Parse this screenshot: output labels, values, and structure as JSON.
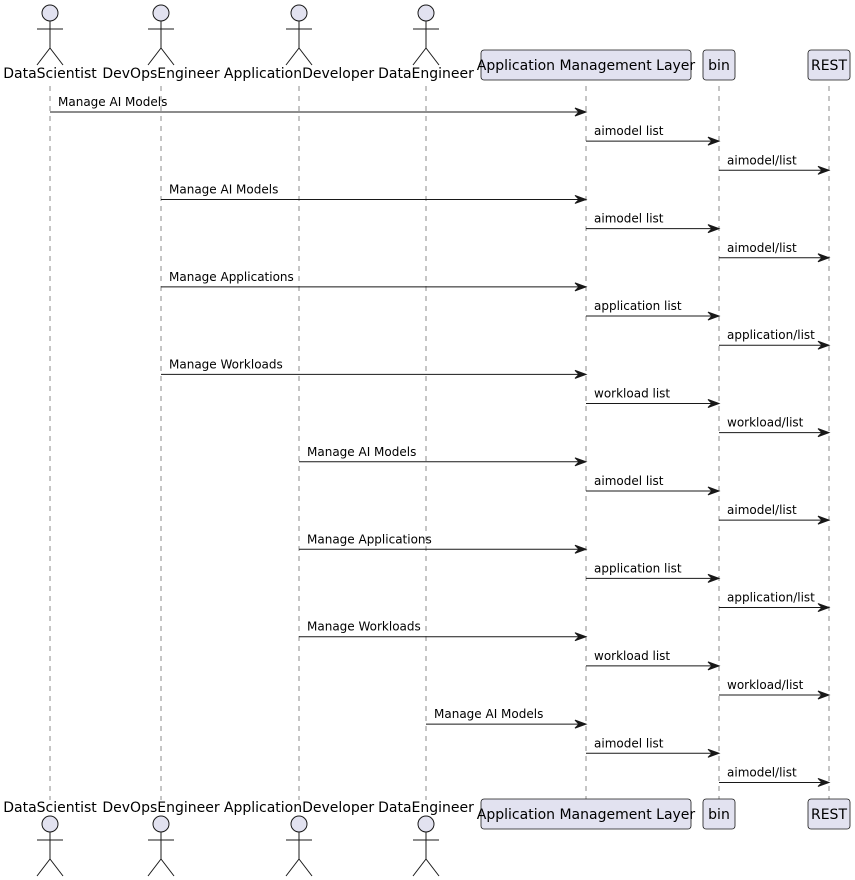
{
  "diagram": {
    "type": "sequence",
    "colors": {
      "participant_fill": "#E2E2F0",
      "participant_border": "#181818",
      "lifeline": "#181818",
      "arrow": "#181818",
      "text": "#000000"
    },
    "participants": [
      {
        "id": "ds",
        "name": "DataScientist",
        "kind": "actor"
      },
      {
        "id": "devops",
        "name": "DevOpsEngineer",
        "kind": "actor"
      },
      {
        "id": "appdev",
        "name": "ApplicationDeveloper",
        "kind": "actor"
      },
      {
        "id": "de",
        "name": "DataEngineer",
        "kind": "actor"
      },
      {
        "id": "aml",
        "name": "Application Management Layer",
        "kind": "participant"
      },
      {
        "id": "bin",
        "name": "bin",
        "kind": "participant"
      },
      {
        "id": "rest",
        "name": "REST",
        "kind": "participant"
      }
    ],
    "messages": [
      {
        "from": "ds",
        "to": "aml",
        "label": "Manage AI Models"
      },
      {
        "from": "aml",
        "to": "bin",
        "label": "aimodel list"
      },
      {
        "from": "bin",
        "to": "rest",
        "label": "aimodel/list"
      },
      {
        "from": "devops",
        "to": "aml",
        "label": "Manage AI Models"
      },
      {
        "from": "aml",
        "to": "bin",
        "label": "aimodel list"
      },
      {
        "from": "bin",
        "to": "rest",
        "label": "aimodel/list"
      },
      {
        "from": "devops",
        "to": "aml",
        "label": "Manage Applications"
      },
      {
        "from": "aml",
        "to": "bin",
        "label": "application list"
      },
      {
        "from": "bin",
        "to": "rest",
        "label": "application/list"
      },
      {
        "from": "devops",
        "to": "aml",
        "label": "Manage Workloads"
      },
      {
        "from": "aml",
        "to": "bin",
        "label": "workload list"
      },
      {
        "from": "bin",
        "to": "rest",
        "label": "workload/list"
      },
      {
        "from": "appdev",
        "to": "aml",
        "label": "Manage AI Models"
      },
      {
        "from": "aml",
        "to": "bin",
        "label": "aimodel list"
      },
      {
        "from": "bin",
        "to": "rest",
        "label": "aimodel/list"
      },
      {
        "from": "appdev",
        "to": "aml",
        "label": "Manage Applications"
      },
      {
        "from": "aml",
        "to": "bin",
        "label": "application list"
      },
      {
        "from": "bin",
        "to": "rest",
        "label": "application/list"
      },
      {
        "from": "appdev",
        "to": "aml",
        "label": "Manage Workloads"
      },
      {
        "from": "aml",
        "to": "bin",
        "label": "workload list"
      },
      {
        "from": "bin",
        "to": "rest",
        "label": "workload/list"
      },
      {
        "from": "de",
        "to": "aml",
        "label": "Manage AI Models"
      },
      {
        "from": "aml",
        "to": "bin",
        "label": "aimodel list"
      },
      {
        "from": "bin",
        "to": "rest",
        "label": "aimodel/list"
      }
    ]
  }
}
